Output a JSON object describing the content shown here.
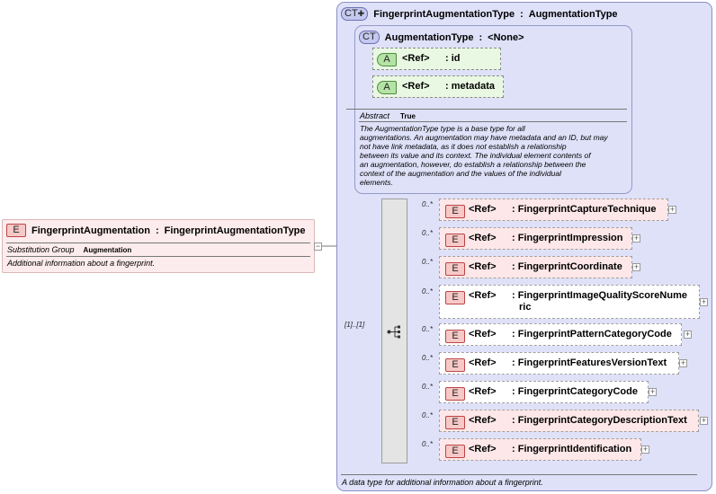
{
  "element": {
    "badge": "E",
    "name": "FingerprintAugmentation",
    "sep": ":",
    "type": "FingerprintAugmentationType",
    "subst_label": "Substitution Group",
    "subst_value": "Augmentation",
    "doc": "Additional information about a fingerprint."
  },
  "complex_type": {
    "badge": "CT",
    "name": "FingerprintAugmentationType",
    "sep": ":",
    "base": "AugmentationType",
    "doc": "A data type for additional information about a fingerprint."
  },
  "base_type": {
    "badge": "CT",
    "name": "AugmentationType",
    "sep": ":",
    "base": "<None>",
    "abstract_label": "Abstract",
    "abstract_value": "True",
    "doc_lines": [
      "The AugmentationType type is a base type for all",
      "augmentations. An augmentation may have metadata and an ID, but may",
      "not have link metadata, as it does not establish a relationship",
      "between its value and its context. The individual element contents of",
      "an augmentation, however, do establish a relationship between the",
      "context of the augmentation and the values of the individual",
      "elements."
    ],
    "attributes": [
      {
        "badge": "A",
        "ref": "<Ref>",
        "name": ": id"
      },
      {
        "badge": "A",
        "ref": "<Ref>",
        "name": ": metadata"
      }
    ]
  },
  "sequence": {
    "cardinality": "[1]..[1]",
    "icon": "sequence-icon"
  },
  "children": [
    {
      "card": "0..*",
      "badge": "E",
      "ref": "<Ref>",
      "name": ": FingerprintCaptureTechnique",
      "name2": ""
    },
    {
      "card": "0..*",
      "badge": "E",
      "ref": "<Ref>",
      "name": ": FingerprintImpression",
      "name2": ""
    },
    {
      "card": "0..*",
      "badge": "E",
      "ref": "<Ref>",
      "name": ": FingerprintCoordinate",
      "name2": ""
    },
    {
      "card": "0..*",
      "badge": "E",
      "ref": "<Ref>",
      "name": ": FingerprintImageQualityScoreNume",
      "name2": "ric"
    },
    {
      "card": "0..*",
      "badge": "E",
      "ref": "<Ref>",
      "name": ": FingerprintPatternCategoryCode",
      "name2": ""
    },
    {
      "card": "0..*",
      "badge": "E",
      "ref": "<Ref>",
      "name": ": FingerprintFeaturesVersionText",
      "name2": ""
    },
    {
      "card": "0..*",
      "badge": "E",
      "ref": "<Ref>",
      "name": ": FingerprintCategoryCode",
      "name2": ""
    },
    {
      "card": "0..*",
      "badge": "E",
      "ref": "<Ref>",
      "name": ": FingerprintCategoryDescriptionText",
      "name2": ""
    },
    {
      "card": "0..*",
      "badge": "E",
      "ref": "<Ref>",
      "name": ": FingerprintIdentification",
      "name2": ""
    }
  ],
  "colors": {
    "element_fill": "#fdeced",
    "complex_type_fill": "#dfe1f9",
    "attribute_fill": "#e9f8e3",
    "child_fill": "#fde7e8"
  }
}
